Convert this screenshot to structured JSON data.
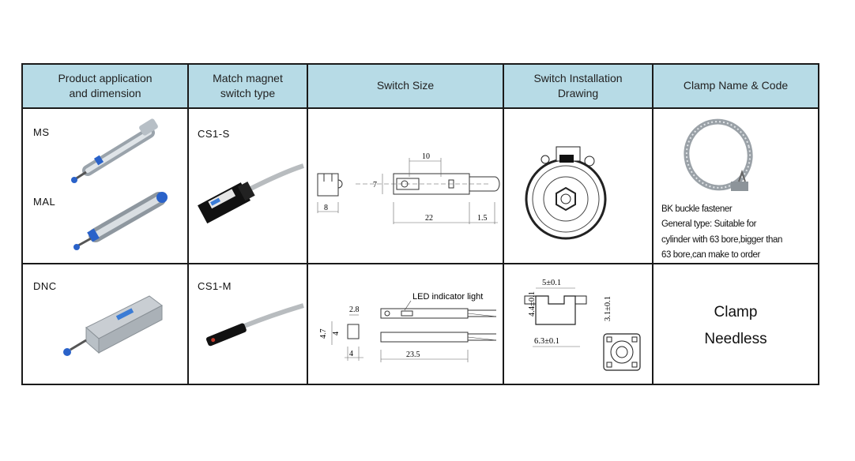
{
  "table": {
    "headers": [
      "Product application\nand dimension",
      "Match magnet\nswitch type",
      "Switch Size",
      "Switch Installation\nDrawing",
      "Clamp Name & Code"
    ],
    "rows": [
      {
        "products": [
          "MS",
          "MAL"
        ],
        "switch_type": "CS1-S",
        "size_labels": {
          "width": "10",
          "height": "7",
          "side": "8",
          "length": "22",
          "tail": "1.5"
        },
        "clamp": {
          "name": "BK buckle fastener",
          "desc_lines": [
            "General type: Suitable for",
            "cylinder with 63 bore,bigger than",
            "63 bore,can make to order"
          ]
        }
      },
      {
        "products": [
          "DNC"
        ],
        "switch_type": "CS1-M",
        "size_labels": {
          "led": "LED indicator light",
          "top": "2.8",
          "h1": "4.7",
          "h2": "4",
          "w": "4",
          "length": "23.5"
        },
        "install_labels": {
          "top": "5±0.1",
          "left": "4.4±0.1",
          "right": "3.1±0.1",
          "bottom": "6.3±0.1"
        },
        "clamp_text": "Clamp\nNeedless"
      }
    ]
  }
}
